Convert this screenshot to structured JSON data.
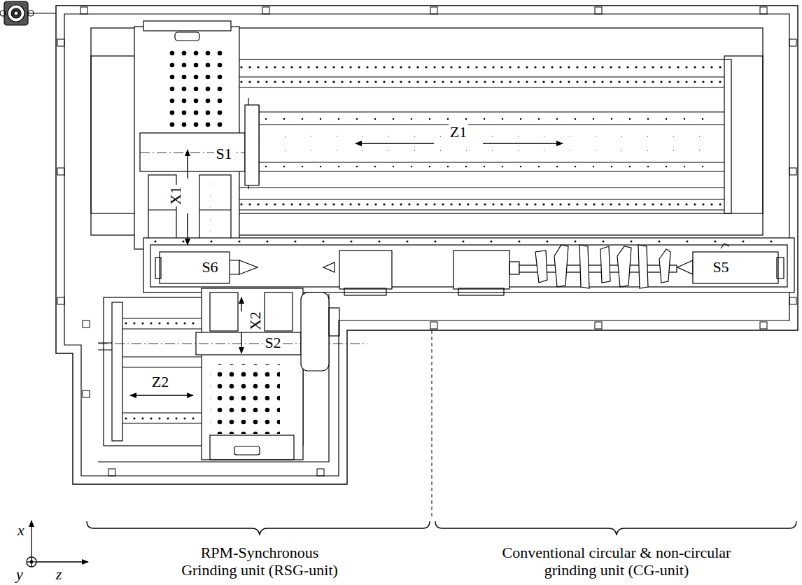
{
  "diagram": {
    "labels": [
      "Z1",
      "S1",
      "X1",
      "S6",
      "S5",
      "X2",
      "S2",
      "Z2",
      "x",
      "y",
      "z",
      "RPM-Synchronous Grinding unit (RSG-unit)",
      "Conventional circular & non-circular grinding unit (CG-unit)"
    ]
  }
}
